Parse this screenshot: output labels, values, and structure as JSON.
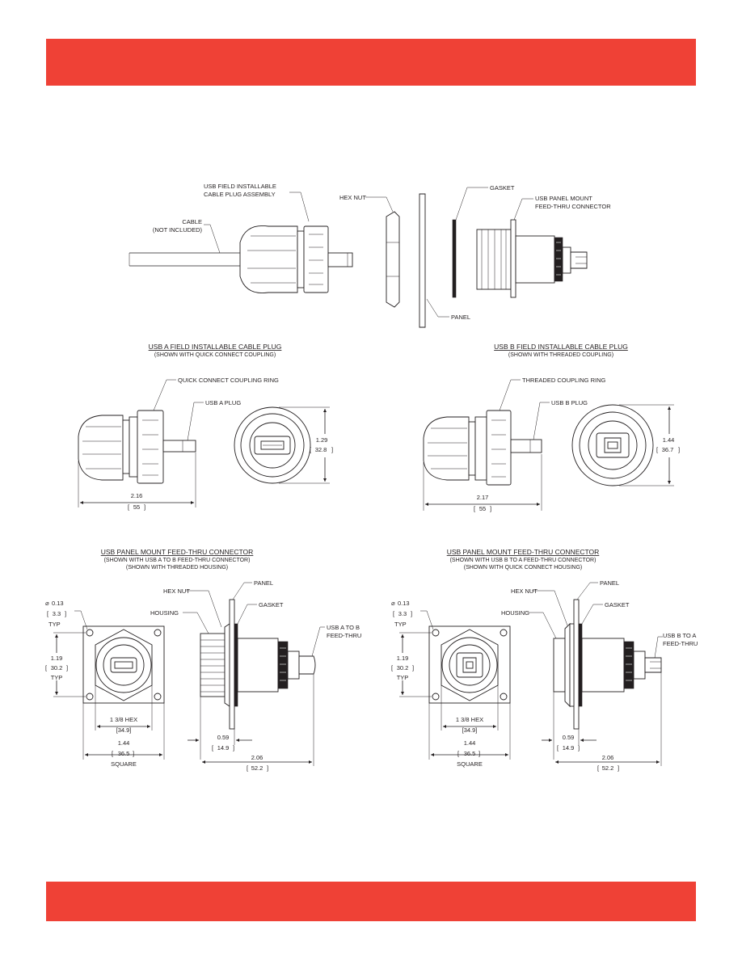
{
  "colors": {
    "accent": "#ef4136",
    "ink": "#231f20",
    "background": "#ffffff"
  },
  "exploded": {
    "plug_assembly": "USB FIELD INSTALLABLE",
    "plug_assembly_2": "CABLE PLUG ASSEMBLY",
    "hex_nut": "HEX NUT",
    "gasket": "GASKET",
    "panel_connector": "USB PANEL MOUNT",
    "panel_connector_2": "FEED-THRU CONNECTOR",
    "cable": "CABLE",
    "cable_2": "(NOT INCLUDED)",
    "panel": "PANEL"
  },
  "usb_a_plug": {
    "title": "USB A FIELD INSTALLABLE CABLE PLUG",
    "subtitle": "(SHOWN WITH QUICK CONNECT COUPLING)",
    "ring_label": "QUICK CONNECT COUPLING RING",
    "plug_label": "USB A PLUG",
    "height_in": "1.29",
    "height_mm": "32.8",
    "length_in": "2.16",
    "length_mm": "55"
  },
  "usb_b_plug": {
    "title": "USB B FIELD INSTALLABLE CABLE PLUG",
    "subtitle": "(SHOWN WITH THREADED COUPLING)",
    "ring_label": "THREADED COUPLING RING",
    "plug_label": "USB B PLUG",
    "height_in": "1.44",
    "height_mm": "36.7",
    "length_in": "2.17",
    "length_mm": "55"
  },
  "panel_a": {
    "title": "USB PANEL MOUNT FEED-THRU CONNECTOR",
    "subtitle": "(SHOWN WITH USB A TO B FEED-THRU CONNECTOR)",
    "subtitle_2": "(SHOWN WITH THREADED HOUSING)",
    "hole_dia_in": "0.13",
    "hole_dia_mm": "3.3",
    "hole_typ": "TYP",
    "hole_spacing_in": "1.19",
    "hole_spacing_mm": "30.2",
    "hole_spacing_typ": "TYP",
    "hex_size": "1 3/8 HEX",
    "hex_mm": "[34.9]",
    "square_in": "1.44",
    "square_mm": "36.5",
    "square_label": "SQUARE",
    "hex_nut": "HEX NUT",
    "housing": "HOUSING",
    "panel": "PANEL",
    "gasket": "GASKET",
    "feedthru": "USB A TO B",
    "feedthru_2": "FEED-THRU",
    "depth_in": "0.59",
    "depth_mm": "14.9",
    "length_in": "2.06",
    "length_mm": "52.2"
  },
  "panel_b": {
    "title": "USB PANEL MOUNT FEED-THRU CONNECTOR",
    "subtitle": "(SHOWN WITH USB B TO A FEED-THRU CONNECTOR)",
    "subtitle_2": "(SHOWN WITH QUICK CONNECT HOUSING)",
    "hole_dia_in": "0.13",
    "hole_dia_mm": "3.3",
    "hole_typ": "TYP",
    "hole_spacing_in": "1.19",
    "hole_spacing_mm": "30.2",
    "hole_spacing_typ": "TYP",
    "hex_size": "1 3/8 HEX",
    "hex_mm": "[34.9]",
    "square_in": "1.44",
    "square_mm": "36.5",
    "square_label": "SQUARE",
    "hex_nut": "HEX NUT",
    "housing": "HOUSING",
    "panel": "PANEL",
    "gasket": "GASKET",
    "feedthru": "USB B TO A",
    "feedthru_2": "FEED-THRU",
    "depth_in": "0.59",
    "depth_mm": "14.9",
    "length_in": "2.06",
    "length_mm": "52.2"
  }
}
